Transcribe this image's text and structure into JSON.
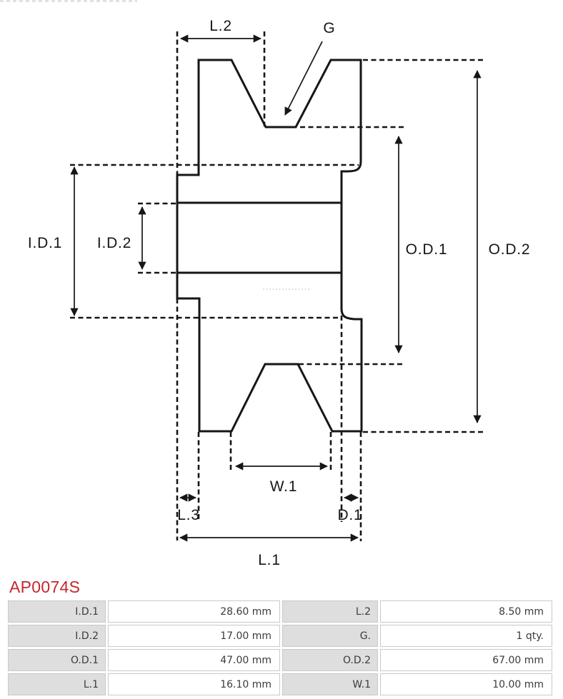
{
  "part": {
    "title": "AP0074S"
  },
  "drawing": {
    "description": "v-belt pulley cross-section technical drawing",
    "labels": {
      "l2": "L.2",
      "g": "G",
      "id1": "I.D.1",
      "id2": "I.D.2",
      "od1": "O.D.1",
      "od2": "O.D.2",
      "w1": "W.1",
      "l3": "L.3",
      "d1": "D.1",
      "l1": "L.1"
    }
  },
  "colors": {
    "title_red": "#c4272d",
    "line_black": "#161616",
    "label_cell_gray": "#dedede",
    "cell_border_gray": "#c9c9c9"
  },
  "table": {
    "rows": [
      {
        "l_label": "I.D.1",
        "l_value": "28.60 mm",
        "r_label": "L.2",
        "r_value": "8.50 mm"
      },
      {
        "l_label": "I.D.2",
        "l_value": "17.00 mm",
        "r_label": "G.",
        "r_value": "1 qty."
      },
      {
        "l_label": "O.D.1",
        "l_value": "47.00 mm",
        "r_label": "O.D.2",
        "r_value": "67.00 mm"
      },
      {
        "l_label": "L.1",
        "l_value": "16.10 mm",
        "r_label": "W.1",
        "r_value": "10.00 mm"
      }
    ]
  }
}
